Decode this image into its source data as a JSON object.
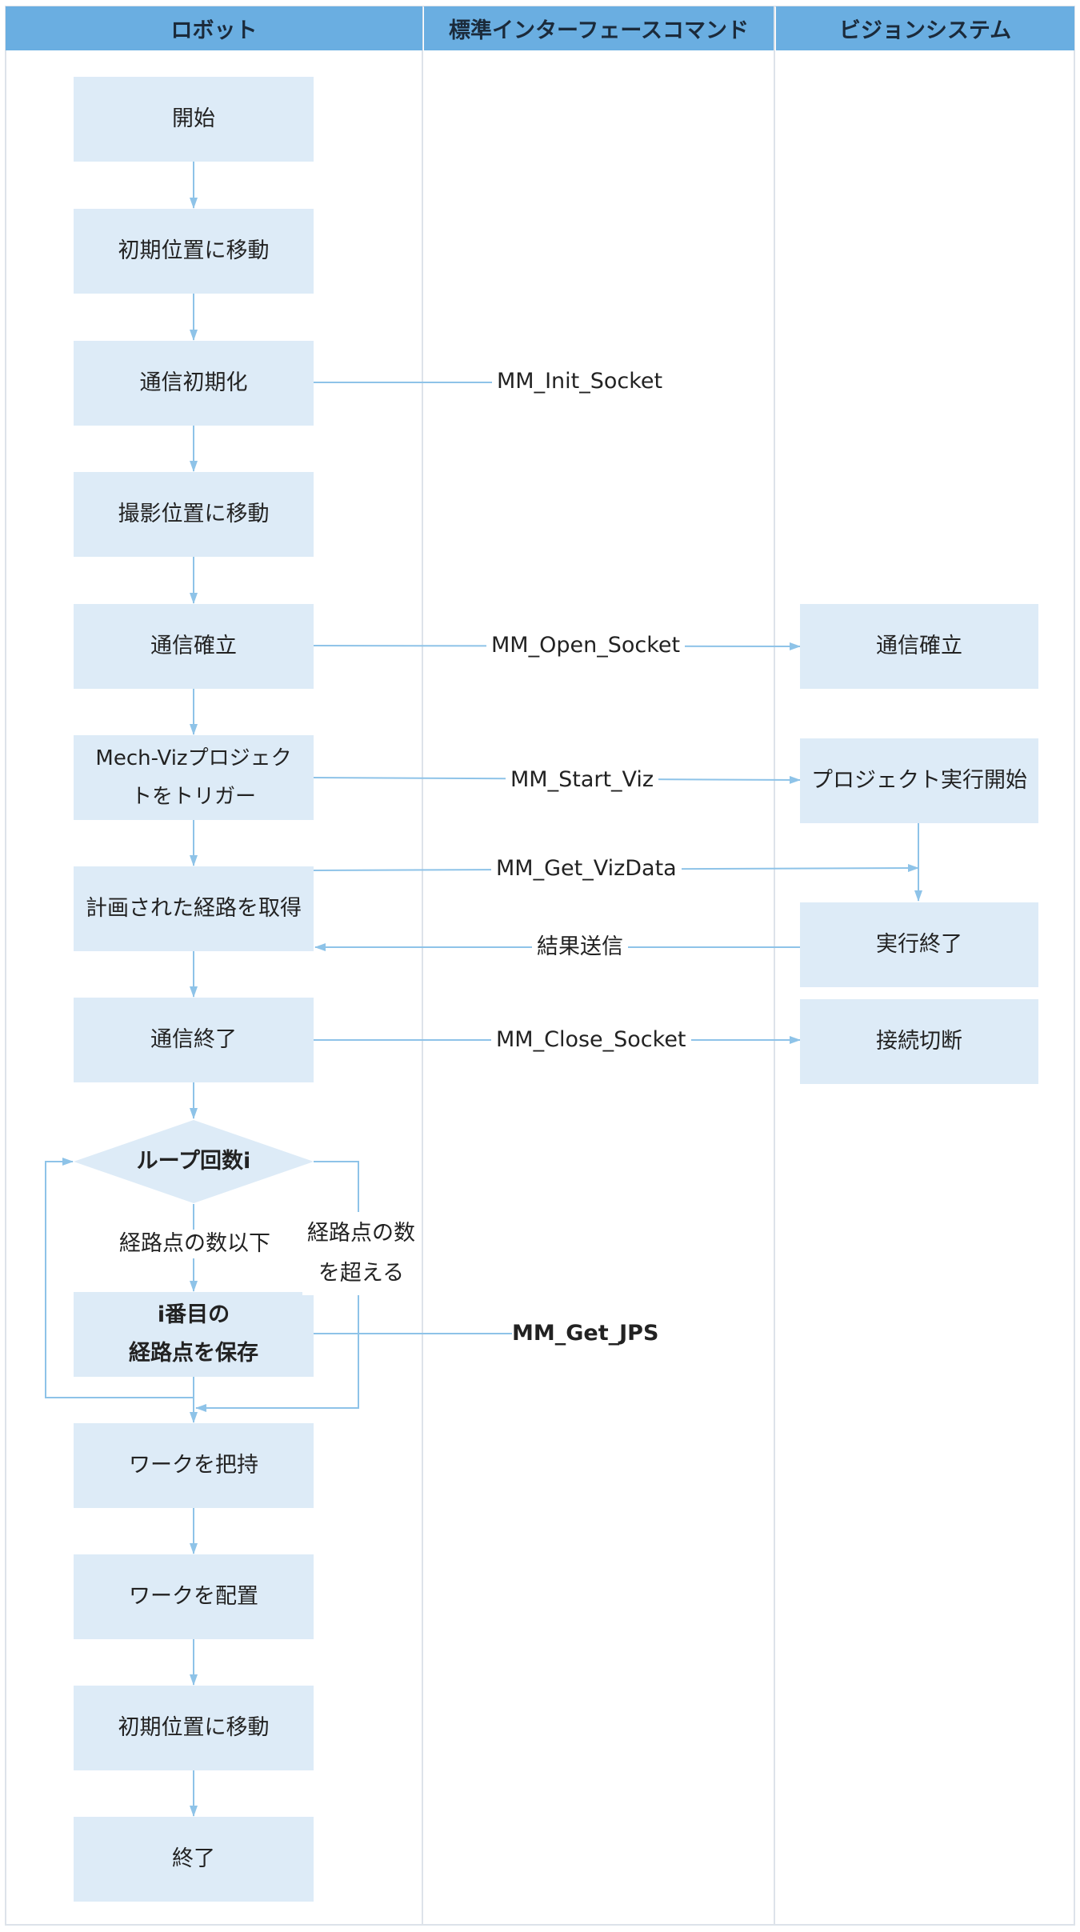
{
  "lanes": {
    "robot": "ロボット",
    "interface": "標準インターフェースコマンド",
    "vision": "ビジョンシステム"
  },
  "robot_steps": {
    "start": "開始",
    "move_init": "初期位置に移動",
    "comm_init": "通信初期化",
    "move_capture": "撮影位置に移動",
    "comm_establish": "通信確立",
    "trigger_viz": "Mech-Vizプロジェクトをトリガー",
    "get_path": "計画された経路を取得",
    "comm_end": "通信終了",
    "loop": "ループ回数i",
    "save_point": "i番目の\n経路点を保存",
    "pick": "ワークを把持",
    "place": "ワークを配置",
    "move_init_2": "初期位置に移動",
    "end": "終了"
  },
  "vision_steps": {
    "comm_establish": "通信確立",
    "project_start": "プロジェクト実行開始",
    "exec_end": "実行終了",
    "disconnect": "接続切断"
  },
  "commands": {
    "init_socket": "MM_Init_Socket",
    "open_socket": "MM_Open_Socket",
    "start_viz": "MM_Start_Viz",
    "get_vizdata": "MM_Get_VizData",
    "result_send": "結果送信",
    "close_socket": "MM_Close_Socket",
    "get_jps": "MM_Get_JPS"
  },
  "loop_labels": {
    "within": "経路点の数以下",
    "exceed": "経路点の数\nを超える"
  },
  "colors": {
    "header": "#6aaee1",
    "box": "#ddebf7",
    "arrow": "#8ec3e8",
    "lane_line": "#dde3ea"
  }
}
